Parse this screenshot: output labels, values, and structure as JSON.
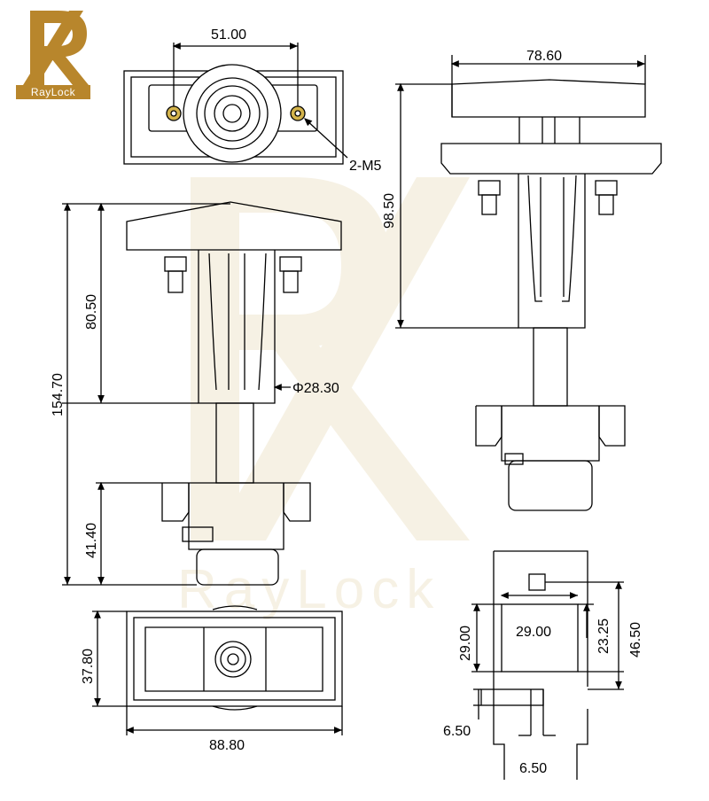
{
  "brand": {
    "logo_text": "RayLock",
    "watermark_text": "RayLock",
    "logo_color": "#b8862c",
    "watermark_color": "#efe6cf"
  },
  "dimensions": {
    "top_view_hole_spacing": "51.00",
    "top_view_thread": "2-M5",
    "right_view_width": "78.60",
    "right_view_height": "98.50",
    "front_upper_height": "80.50",
    "front_total_height": "154.70",
    "front_bottom_height": "41.40",
    "front_diameter": "Φ28.30",
    "bottom_view_height": "37.80",
    "bottom_view_width": "88.80",
    "cutout_width": "29.00",
    "cutout_height": "29.00",
    "cutout_offset": "23.25",
    "cutout_total": "46.50",
    "slot_height": "6.50",
    "slot_width": "6.50"
  }
}
